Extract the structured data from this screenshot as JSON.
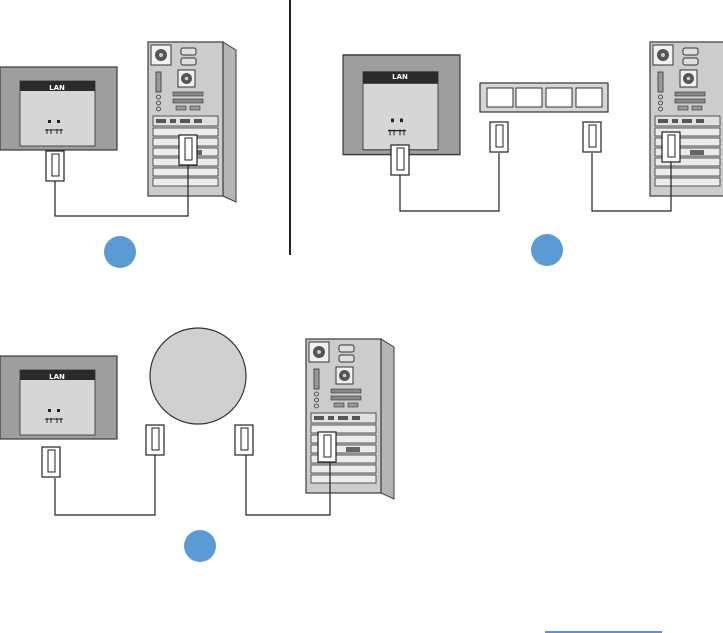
{
  "panels": {
    "direct": {
      "monitor_port_label": "LAN"
    },
    "hub": {
      "monitor_port_label": "LAN"
    },
    "internet": {
      "monitor_port_label": "LAN"
    }
  },
  "colors": {
    "badge": "#5b9bd5",
    "monitor_bezel": "#9e9e9e",
    "monitor_screen": "#d6d6d6",
    "pc_case": "#cccccc",
    "cloud": "#d0d0d0",
    "link_underline": "#3366cc"
  },
  "icons": [
    "monitor-icon",
    "pc-tower-icon",
    "network-hub-icon",
    "internet-cloud-icon",
    "rj45-connector-icon",
    "lan-port-icon"
  ]
}
